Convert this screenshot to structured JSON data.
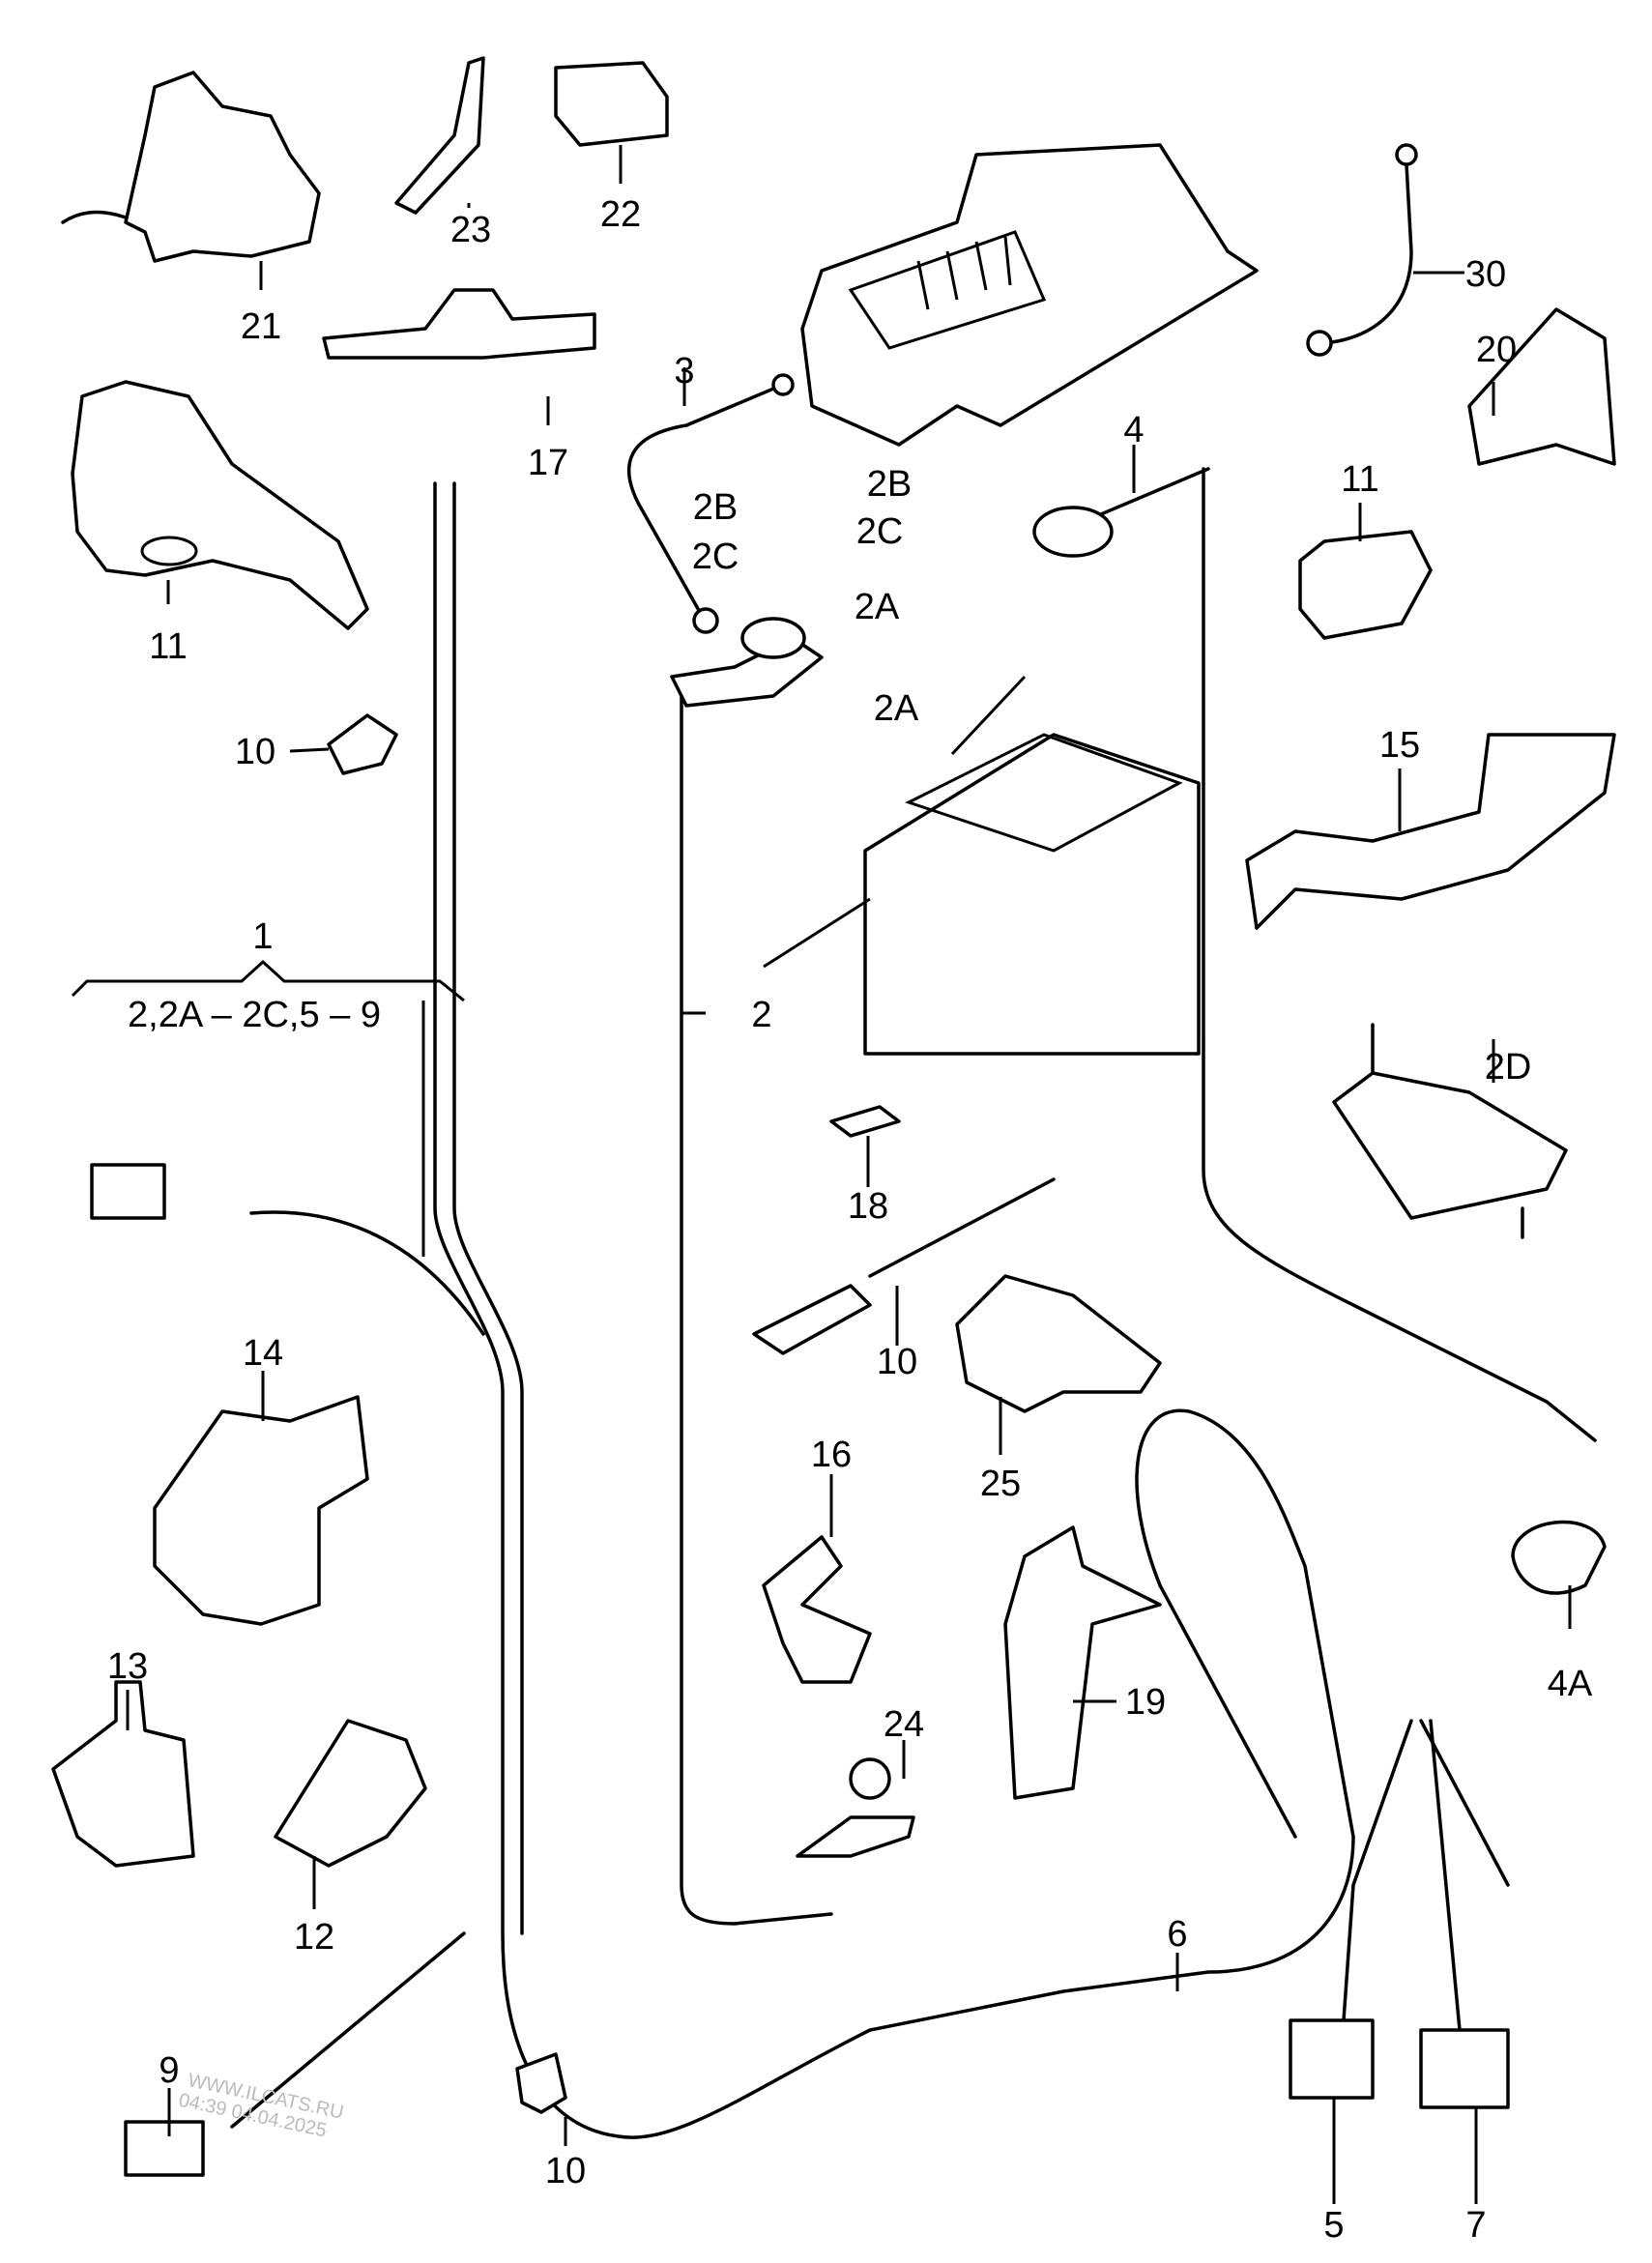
{
  "diagram": {
    "callouts": {
      "c1": "1",
      "c1_sub": "2,2A – 2C,5 – 9",
      "c2": "2",
      "c2A_a": "2A",
      "c2A_b": "2A",
      "c2B_a": "2B",
      "c2B_b": "2B",
      "c2C_a": "2C",
      "c2C_b": "2C",
      "c2D": "2D",
      "c3": "3",
      "c4": "4",
      "c4A": "4A",
      "c5": "5",
      "c6": "6",
      "c7": "7",
      "c9": "9",
      "c10_a": "10",
      "c10_b": "10",
      "c10_c": "10",
      "c11_a": "11",
      "c11_b": "11",
      "c12": "12",
      "c13": "13",
      "c14": "14",
      "c15": "15",
      "c16": "16",
      "c17": "17",
      "c18": "18",
      "c19": "19",
      "c20": "20",
      "c21": "21",
      "c22": "22",
      "c23": "23",
      "c24": "24",
      "c25": "25",
      "c30": "30"
    },
    "watermark": {
      "line1": "WWW.ILCATS.RU",
      "line2": "04:39 04.04.2025"
    }
  }
}
